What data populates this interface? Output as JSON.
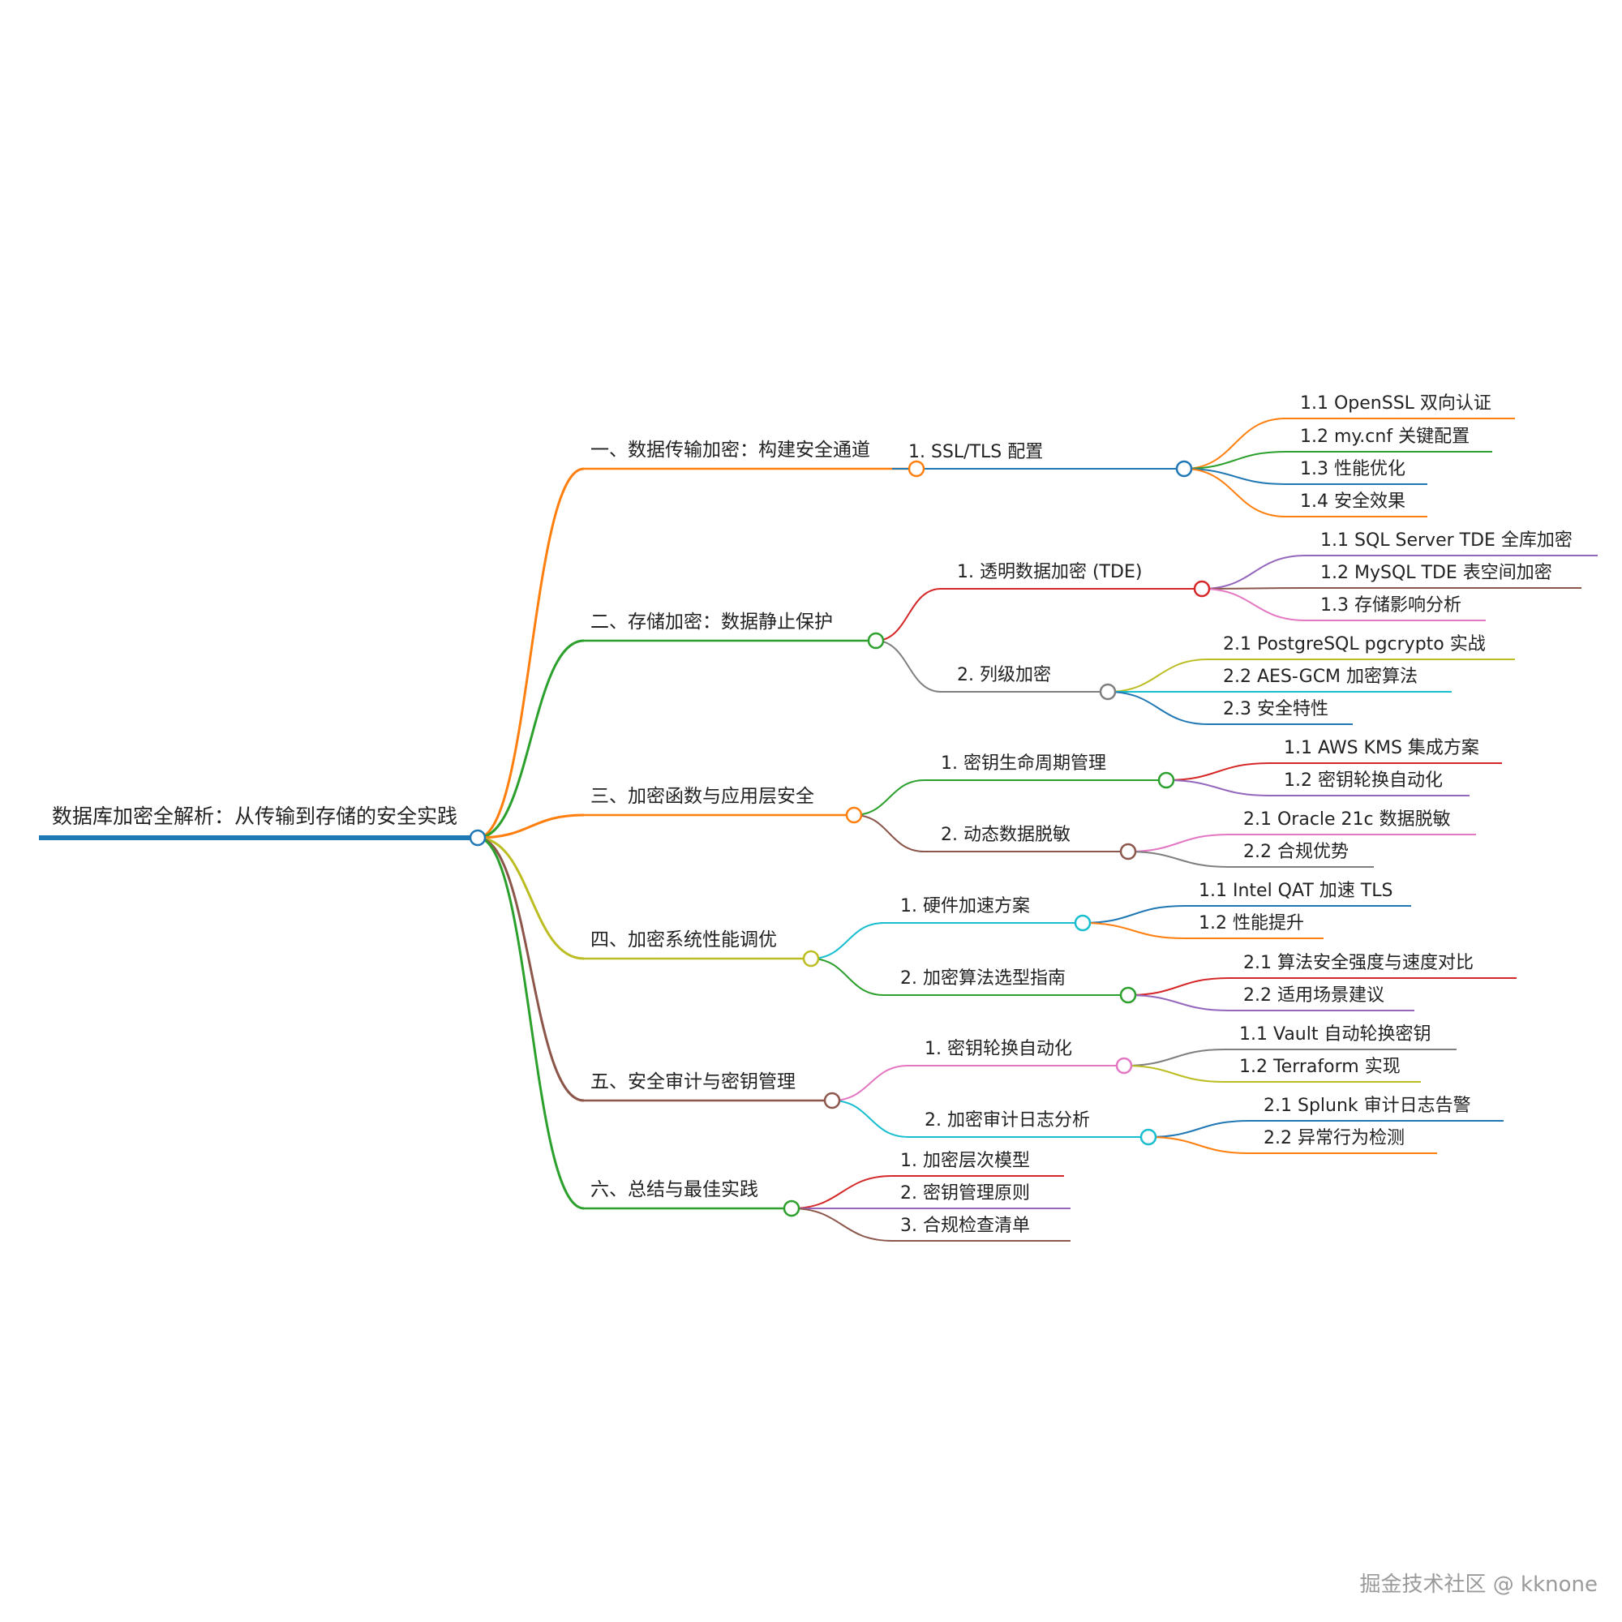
{
  "root": {
    "label": "数据库加密全解析：从传输到存储的安全实践",
    "color": "#1f77b4"
  },
  "branches": [
    {
      "label": "一、数据传输加密：构建安全通道",
      "color": "#ff7f0e",
      "children": [
        {
          "label": "1. SSL/TLS 配置",
          "color": "#1f77b4",
          "children": [
            {
              "label": "1.1 OpenSSL 双向认证",
              "color": "#ff7f0e"
            },
            {
              "label": "1.2 my.cnf 关键配置",
              "color": "#2ca02c"
            },
            {
              "label": "1.3 性能优化",
              "color": "#1f77b4"
            },
            {
              "label": "1.4 安全效果",
              "color": "#ff7f0e"
            }
          ]
        }
      ]
    },
    {
      "label": "二、存储加密：数据静止保护",
      "color": "#2ca02c",
      "children": [
        {
          "label": "1. 透明数据加密 (TDE)",
          "color": "#d62728",
          "children": [
            {
              "label": "1.1 SQL Server TDE 全库加密",
              "color": "#9467bd"
            },
            {
              "label": "1.2 MySQL TDE 表空间加密",
              "color": "#8c564b"
            },
            {
              "label": "1.3 存储影响分析",
              "color": "#e377c2"
            }
          ]
        },
        {
          "label": "2. 列级加密",
          "color": "#7f7f7f",
          "children": [
            {
              "label": "2.1 PostgreSQL pgcrypto 实战",
              "color": "#bcbd22"
            },
            {
              "label": "2.2 AES-GCM 加密算法",
              "color": "#17becf"
            },
            {
              "label": "2.3 安全特性",
              "color": "#1f77b4"
            }
          ]
        }
      ]
    },
    {
      "label": "三、加密函数与应用层安全",
      "color": "#ff7f0e",
      "children": [
        {
          "label": "1. 密钥生命周期管理",
          "color": "#2ca02c",
          "children": [
            {
              "label": "1.1 AWS KMS 集成方案",
              "color": "#d62728"
            },
            {
              "label": "1.2 密钥轮换自动化",
              "color": "#9467bd"
            }
          ]
        },
        {
          "label": "2. 动态数据脱敏",
          "color": "#8c564b",
          "children": [
            {
              "label": "2.1 Oracle 21c 数据脱敏",
              "color": "#e377c2"
            },
            {
              "label": "2.2 合规优势",
              "color": "#7f7f7f"
            }
          ]
        }
      ]
    },
    {
      "label": "四、加密系统性能调优",
      "color": "#bcbd22",
      "children": [
        {
          "label": "1. 硬件加速方案",
          "color": "#17becf",
          "children": [
            {
              "label": "1.1 Intel QAT 加速 TLS",
              "color": "#1f77b4"
            },
            {
              "label": "1.2 性能提升",
              "color": "#ff7f0e"
            }
          ]
        },
        {
          "label": "2. 加密算法选型指南",
          "color": "#2ca02c",
          "children": [
            {
              "label": "2.1 算法安全强度与速度对比",
              "color": "#d62728"
            },
            {
              "label": "2.2 适用场景建议",
              "color": "#9467bd"
            }
          ]
        }
      ]
    },
    {
      "label": "五、安全审计与密钥管理",
      "color": "#8c564b",
      "children": [
        {
          "label": "1. 密钥轮换自动化",
          "color": "#e377c2",
          "children": [
            {
              "label": "1.1 Vault 自动轮换密钥",
              "color": "#7f7f7f"
            },
            {
              "label": "1.2 Terraform 实现",
              "color": "#bcbd22"
            }
          ]
        },
        {
          "label": "2. 加密审计日志分析",
          "color": "#17becf",
          "children": [
            {
              "label": "2.1 Splunk 审计日志告警",
              "color": "#1f77b4"
            },
            {
              "label": "2.2 异常行为检测",
              "color": "#ff7f0e"
            }
          ]
        }
      ]
    },
    {
      "label": "六、总结与最佳实践",
      "color": "#2ca02c",
      "children": [
        {
          "label": "1. 加密层次模型",
          "color": "#d62728"
        },
        {
          "label": "2. 密钥管理原则",
          "color": "#9467bd"
        },
        {
          "label": "3. 合规检查清单",
          "color": "#8c564b"
        }
      ]
    }
  ],
  "watermark": "掘金技术社区 @ kknone"
}
